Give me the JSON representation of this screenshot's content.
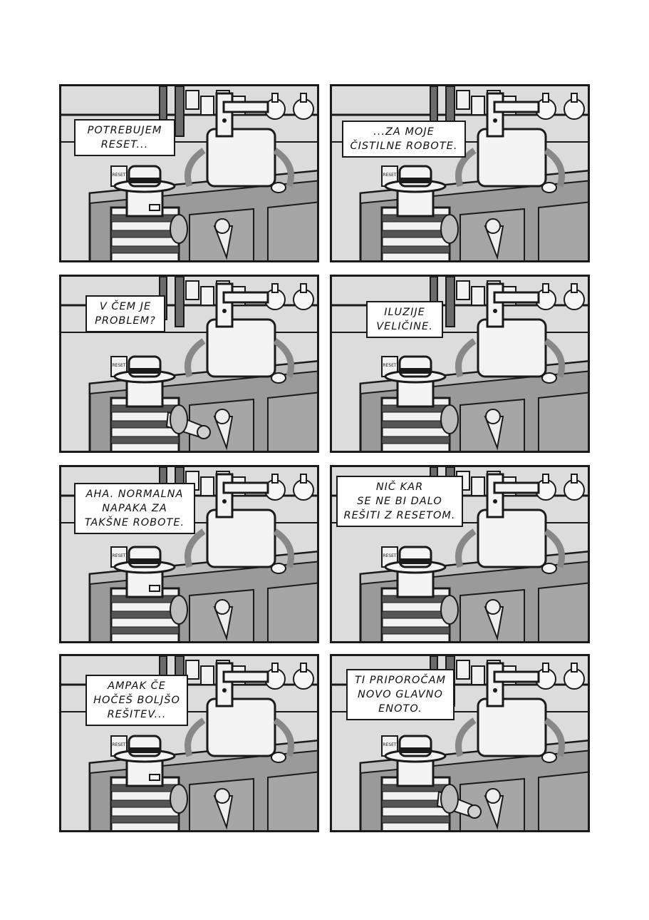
{
  "page": {
    "panels": [
      {
        "id": 1,
        "text": "POTREBUJEM\nRESET...",
        "pose": "talk",
        "hat": true
      },
      {
        "id": 2,
        "text": "...ZA MOJE\nČISTILNE ROBOTE.",
        "pose": "idle",
        "hat": true
      },
      {
        "id": 3,
        "text": "V ČEM JE\nPROBLEM?",
        "pose": "point",
        "hat": true
      },
      {
        "id": 4,
        "text": "ILUZIJE\nVELIČINE.",
        "pose": "idle",
        "hat": true
      },
      {
        "id": 5,
        "text": "AHA. NORMALNA\nNAPAKA ZA\nTAKŠNE ROBOTE.",
        "pose": "talk",
        "hat": true
      },
      {
        "id": 6,
        "text": "NIČ KAR\nSE NE BI DALO\nREŠITI Z RESETOM.",
        "pose": "idle",
        "hat": true
      },
      {
        "id": 7,
        "text": "AMPAK ČE\nHOČEŠ BOLJŠO\nREŠITEV...",
        "pose": "talk",
        "hat": true
      },
      {
        "id": 8,
        "text": "TI PRIPOROČAM\nNOVO GLAVNO\nENOTO.",
        "pose": "point",
        "hat": true
      }
    ],
    "can_label": "RESET"
  }
}
